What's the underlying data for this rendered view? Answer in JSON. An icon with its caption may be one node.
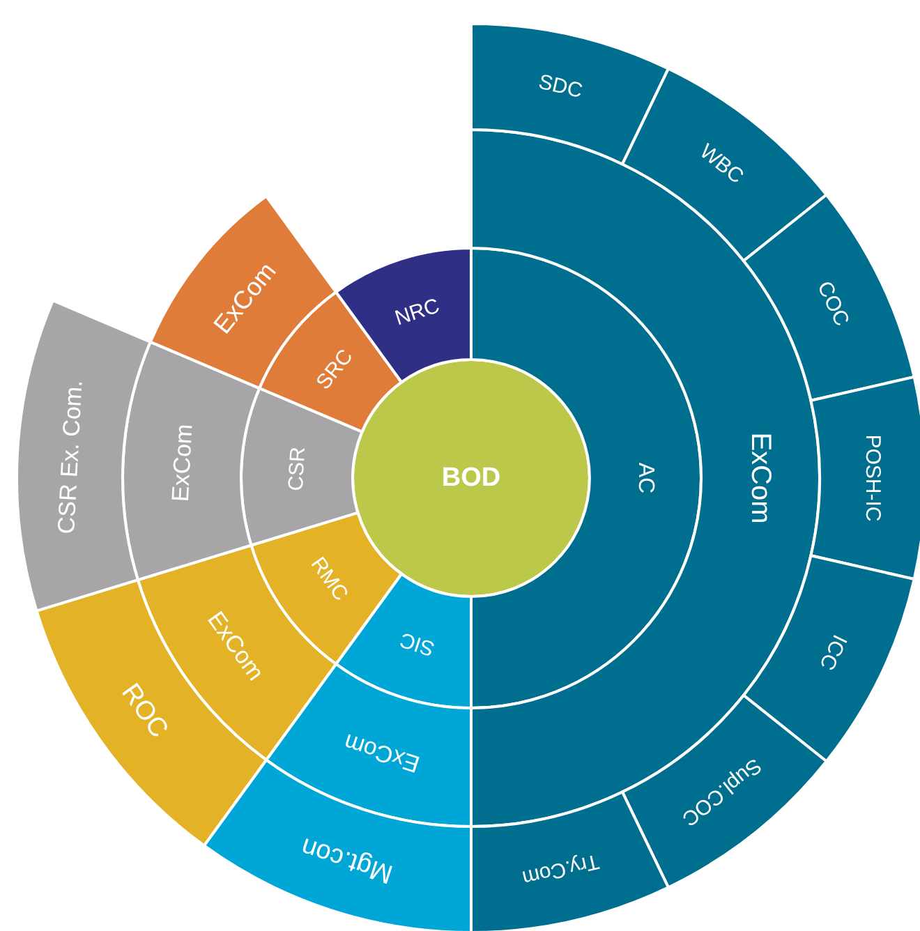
{
  "diagram": {
    "nodes": [
      {
        "text": [
          "BOD"
        ]
      },
      {
        "text": [
          "AC"
        ]
      },
      {
        "text": [
          "ExCom"
        ]
      },
      {
        "text": [
          "SDC"
        ]
      },
      {
        "text": [
          "WBC"
        ]
      },
      {
        "text": [
          "COC"
        ]
      },
      {
        "text": [
          "POSH-IC"
        ]
      },
      {
        "text": [
          "ICC"
        ]
      },
      {
        "text": [
          "Supl.COC"
        ]
      },
      {
        "text": [
          "Try.Com"
        ]
      },
      {
        "text": [
          "SIC"
        ]
      },
      {
        "text": [
          "ExCom"
        ]
      },
      {
        "text": [
          "Mgt.con"
        ]
      },
      {
        "text": [
          "RMC"
        ]
      },
      {
        "text": [
          "ExCom"
        ]
      },
      {
        "text": [
          "ROC"
        ]
      },
      {
        "text": [
          "CSR"
        ]
      },
      {
        "text": [
          "ExCom"
        ]
      },
      {
        "text": [
          "CSR Ex. Com."
        ]
      },
      {
        "text": [
          "SRC"
        ]
      },
      {
        "text": [
          "ExCom"
        ]
      },
      {
        "text": [
          "NRC"
        ]
      }
    ]
  }
}
